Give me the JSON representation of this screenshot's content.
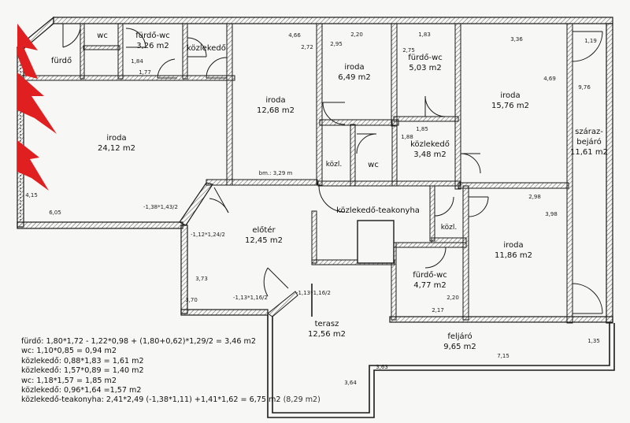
{
  "rooms": [
    {
      "id": "furdo-1",
      "name": "fürdő",
      "area": ""
    },
    {
      "id": "wc-1",
      "name": "wc",
      "area": ""
    },
    {
      "id": "furdo-wc-1",
      "name": "fürdő-wc",
      "area": "3,26 m2"
    },
    {
      "id": "kozlekedo-1",
      "name": "közlekedő",
      "area": ""
    },
    {
      "id": "iroda-1",
      "name": "iroda",
      "area": "24,12 m2"
    },
    {
      "id": "iroda-2",
      "name": "iroda",
      "area": "12,68 m2"
    },
    {
      "id": "iroda-3",
      "name": "iroda",
      "area": "6,49 m2"
    },
    {
      "id": "furdo-wc-2",
      "name": "fürdő-wc",
      "area": "5,03 m2"
    },
    {
      "id": "iroda-4",
      "name": "iroda",
      "area": "15,76 m2"
    },
    {
      "id": "szaraz-bejaro",
      "name": "száraz-",
      "name2": "bejáró",
      "area": "11,61 m2"
    },
    {
      "id": "kozl-1",
      "name": "közl.",
      "area": ""
    },
    {
      "id": "wc-2",
      "name": "wc",
      "area": ""
    },
    {
      "id": "kozlekedo-2",
      "name": "közlekedő",
      "area": "3,48 m2"
    },
    {
      "id": "eloter",
      "name": "előtér",
      "area": "12,45 m2"
    },
    {
      "id": "kozlekedo-teakonyha",
      "name": "közlekedő-teakonyha",
      "area": ""
    },
    {
      "id": "kozl-2",
      "name": "közl.",
      "area": ""
    },
    {
      "id": "iroda-5",
      "name": "iroda",
      "area": "11,86 m2"
    },
    {
      "id": "furdo-wc-3",
      "name": "fürdő-wc",
      "area": "4,77 m2"
    },
    {
      "id": "terasz",
      "name": "terasz",
      "area": "12,56 m2"
    },
    {
      "id": "feljaro",
      "name": "feljáró",
      "area": "9,65 m2"
    }
  ],
  "dimensions": [
    "1,84",
    "1,77",
    "4,66",
    "2,72",
    "2,20",
    "2,95",
    "1,83",
    "2,75",
    "3,36",
    "1,19",
    "4,69",
    "9,76",
    "1,85",
    "1,88",
    "bm.: 3,29 m",
    "4,15",
    "6,05",
    "-1,38*1,43/2",
    "2,98",
    "3,98",
    "-1,12*1,24/2",
    "3,73",
    "3,70",
    "-1,13*1,16/2",
    "-1,13*1,16/2",
    "2,20",
    "2,17",
    "1,35",
    "7,15",
    "3,63",
    "3,64"
  ],
  "calculations": [
    {
      "text": "fürdő: 1,80*1,72 - 1,22*0,98 + (1,80+0,62)*1,29/2 = 3,46 m2"
    },
    {
      "text": "wc: 1,10*0,85 = 0,94 m2"
    },
    {
      "text": "közlekedő: 0,88*1,83 = 1,61 m2"
    },
    {
      "text": "közlekedő: 1,57*0,89 = 1,40 m2"
    },
    {
      "text": "wc: 1,18*1,57 = 1,85 m2"
    },
    {
      "text": "közlekedő: 0,96*1,64 =1,57 m2"
    },
    {
      "text": "közlekedő-teakonyha: 2,41*2,49 (-1,38*1,11) +1,41*1,62 = 6,75 m2",
      "extra": "(8,29 m2)"
    }
  ],
  "colors": {
    "wall": "#1a1a1a",
    "hatch": "#555555",
    "marker": "#e02020",
    "background": "#f7f7f5"
  }
}
